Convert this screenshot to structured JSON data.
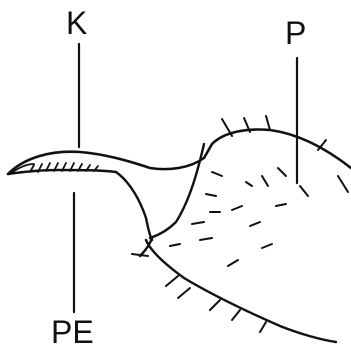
{
  "labels": {
    "k": "K",
    "p": "P",
    "pe": "PE"
  },
  "colors": {
    "ink": "#111111",
    "background": "#ffffff"
  }
}
